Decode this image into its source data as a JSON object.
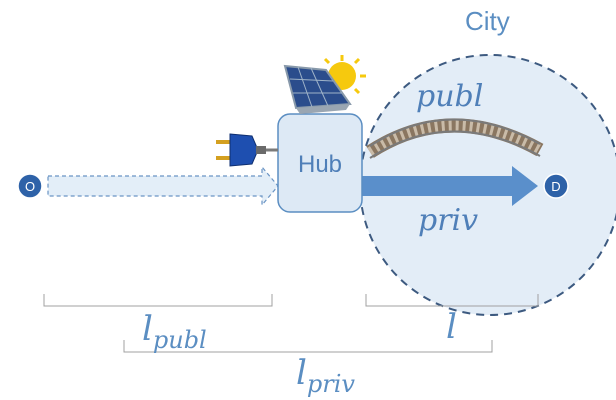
{
  "colors": {
    "accent": "#5b8ec2",
    "node_fill": "#2e62a8",
    "city_fill": "#e3edf7",
    "city_stroke": "#3d5a80",
    "hub_fill": "#dde9f5",
    "arrow_fill": "#5a8fcb",
    "dashed_arrow_fill": "#e3eef8",
    "bracket": "#a0a0a0"
  },
  "labels": {
    "city": "City",
    "hub": "Hub",
    "origin": "O",
    "destination": "D",
    "public_route": "publ",
    "private_route": "priv"
  },
  "distances": {
    "l_publ": {
      "base": "l",
      "sub": "publ"
    },
    "l": {
      "base": "l"
    },
    "l_priv": {
      "base": "l",
      "sub": "priv"
    }
  },
  "icons": {
    "plug": "power-plug-icon",
    "solar": "solar-panel-sun-icon",
    "rail": "railway-track-icon"
  }
}
